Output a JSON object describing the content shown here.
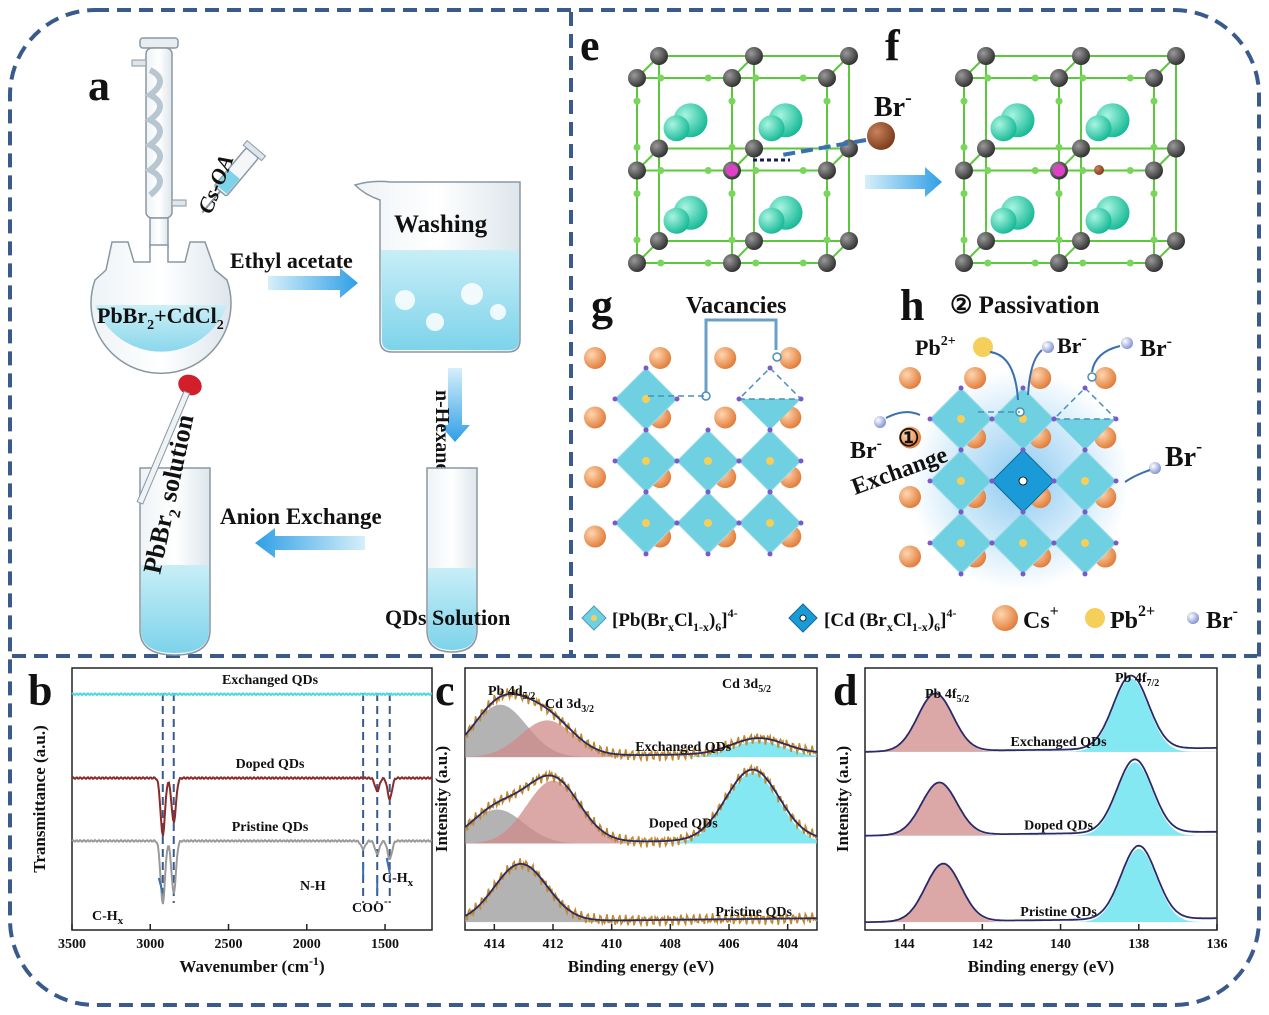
{
  "panels": {
    "a": {
      "letter": "a",
      "cs_oa": "Cs-OA",
      "precursor_main": "PbBr",
      "precursor_sub": "2",
      "precursor_rest": "+CdCl",
      "precursor_sub2": "2",
      "ethyl": "Ethyl acetate",
      "washing": "Washing",
      "hexane": "n-Hexane",
      "anion": "Anion Exchange",
      "qds": "QDs Solution",
      "pbbr_sol_main": "PbBr",
      "pbbr_sol_sub": "2",
      "pbbr_sol_rest": " solution"
    },
    "e": {
      "letter": "e",
      "ion": "Br",
      "ion_sup": "-"
    },
    "f": {
      "letter": "f"
    },
    "g": {
      "letter": "g",
      "vacancies": "Vacancies"
    },
    "h": {
      "letter": "h",
      "passivation": "② Passivation",
      "pb": "Pb",
      "pb_sup": "2+",
      "br": "Br",
      "br_sup": "-",
      "exchange_num": "①",
      "exchange": "Exchange"
    },
    "legend": {
      "item1_main": "[Pb(Br",
      "item1_x": "x",
      "item1_mid": "Cl",
      "item1_1x": "1-x",
      "item1_end": ")",
      "item1_6": "6",
      "item1_end2": "]",
      "item1_charge": "4-",
      "item2_main": "[Cd (Br",
      "item2_x": "x",
      "item2_mid": "Cl",
      "item2_1x": "1-x",
      "item2_end": ")",
      "item2_6": "6",
      "item2_end2": "]",
      "item2_charge": "4-",
      "cs": "Cs",
      "cs_sup": "+",
      "pb": "Pb",
      "pb_sup": "2+",
      "br": "Br",
      "br_sup": "-"
    }
  },
  "colors": {
    "border": "#3a5a8c",
    "octahedron": "#6fd0e2",
    "cd_octahedron": "#1a9ad6",
    "cs": "#e88b4a",
    "pb": "#f5cf5a",
    "br": "#8b9ad6",
    "arrow": "#3aa6e6"
  },
  "chart_data": [
    {
      "type": "line",
      "panel": "b",
      "letter": "b",
      "xlabel": "Wavenumber (cm",
      "xlabel_sup": "-1",
      "xlabel_end": ")",
      "ylabel": "Transmittance (a.u.)",
      "xlim": [
        3500,
        1200
      ],
      "xticks": [
        "3500",
        "3000",
        "2500",
        "2000",
        "1500"
      ],
      "xtick_values": [
        3500,
        3000,
        2500,
        2000,
        1500
      ],
      "series": [
        {
          "name": "Exchanged QDs",
          "color": "#4fd8e0",
          "offset": 0.9,
          "peaks": []
        },
        {
          "name": "Doped QDs",
          "color": "#8b2a2a",
          "offset": 0.58,
          "peaks": [
            [
              2920,
              0.22
            ],
            [
              2850,
              0.17
            ],
            [
              1470,
              0.08
            ],
            [
              1550,
              0.05
            ]
          ]
        },
        {
          "name": "Pristine QDs",
          "color": "#9a9a9a",
          "offset": 0.34,
          "peaks": [
            [
              2920,
              0.24
            ],
            [
              2850,
              0.2
            ],
            [
              1470,
              0.07
            ],
            [
              1550,
              0.05
            ],
            [
              1640,
              0.03
            ]
          ]
        }
      ],
      "dashed_lines": [
        2920,
        2850,
        1640,
        1550,
        1470
      ],
      "annotations": [
        {
          "main": "C-H",
          "sub": "x"
        },
        {
          "main": "N-H",
          "sub": ""
        },
        {
          "main": "COO",
          "sup": "-"
        },
        {
          "main": "C-H",
          "sub": "x"
        }
      ]
    },
    {
      "type": "line",
      "panel": "c",
      "letter": "c",
      "xlabel": "Binding energy (eV)",
      "ylabel": "Intensity (a.u.)",
      "xlim": [
        415,
        403
      ],
      "xticks": [
        "414",
        "412",
        "410",
        "408",
        "406",
        "404"
      ],
      "xtick_values": [
        414,
        412,
        410,
        408,
        406,
        404
      ],
      "series": [
        {
          "name": "Exchanged QDs",
          "offset": 0.66,
          "gray": [
            413.8,
            0.2
          ],
          "red": [
            412.2,
            0.14
          ],
          "cyan": [
            405.0,
            0.06
          ]
        },
        {
          "name": "Doped QDs",
          "offset": 0.33,
          "gray": [
            413.9,
            0.13
          ],
          "red": [
            412.0,
            0.24
          ],
          "cyan": [
            405.2,
            0.27
          ]
        },
        {
          "name": "Pristine QDs",
          "offset": 0.03,
          "gray": [
            413.1,
            0.22
          ],
          "red": null,
          "cyan": null
        }
      ],
      "labels": [
        {
          "main": "Pb 4d",
          "sub": "5/2"
        },
        {
          "main": "Cd 3d",
          "sub": "3/2"
        },
        {
          "main": "Cd 3d",
          "sub": "5/2"
        }
      ]
    },
    {
      "type": "line",
      "panel": "d",
      "letter": "d",
      "xlabel": "Binding energy (eV)",
      "ylabel": "Intensity (a.u.)",
      "xlim": [
        145,
        136
      ],
      "xticks": [
        "144",
        "142",
        "140",
        "138",
        "136"
      ],
      "xtick_values": [
        144,
        142,
        140,
        138,
        136
      ],
      "series": [
        {
          "name": "Exchanged QDs",
          "offset": 0.68,
          "red": [
            143.2,
            0.22
          ],
          "cyan": [
            138.2,
            0.28
          ]
        },
        {
          "name": "Doped QDs",
          "offset": 0.36,
          "red": [
            143.1,
            0.2
          ],
          "cyan": [
            138.1,
            0.28
          ]
        },
        {
          "name": "Pristine QDs",
          "offset": 0.03,
          "red": [
            143.0,
            0.22
          ],
          "cyan": [
            138.0,
            0.28
          ]
        }
      ],
      "labels": [
        {
          "main": "Pb 4f",
          "sub": "5/2"
        },
        {
          "main": "Pb 4f",
          "sub": "7/2"
        }
      ]
    }
  ]
}
